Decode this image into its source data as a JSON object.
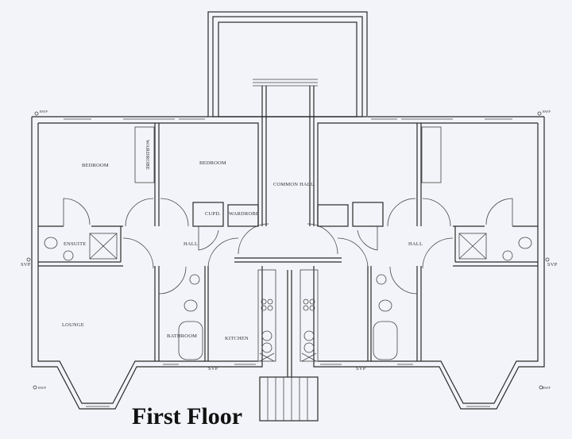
{
  "title": "First Floor",
  "rooms": {
    "bedroom_1": "BEDROOM",
    "bedroom_2": "BEDROOM",
    "wardrobe_1": "WARDROBE",
    "wardrobe_2": "WARDROBE",
    "cupboard": "CUPD.",
    "common_hall": "COMMON HALL",
    "ensuite": "ENSUITE",
    "hall_left": "HALL",
    "hall_right": "HALL",
    "lounge": "LOUNGE",
    "bathroom": "BATHROOM",
    "kitchen": "KITCHEN"
  },
  "annotations": {
    "svp_left": "SVP",
    "svp_right": "SVP",
    "svp_bath_left": "SVP",
    "svp_bath_right": "SVP",
    "rwp_tl": "RWP",
    "rwp_tr": "RWP",
    "rwp_bl": "RWP",
    "rwp_br": "RWP"
  }
}
